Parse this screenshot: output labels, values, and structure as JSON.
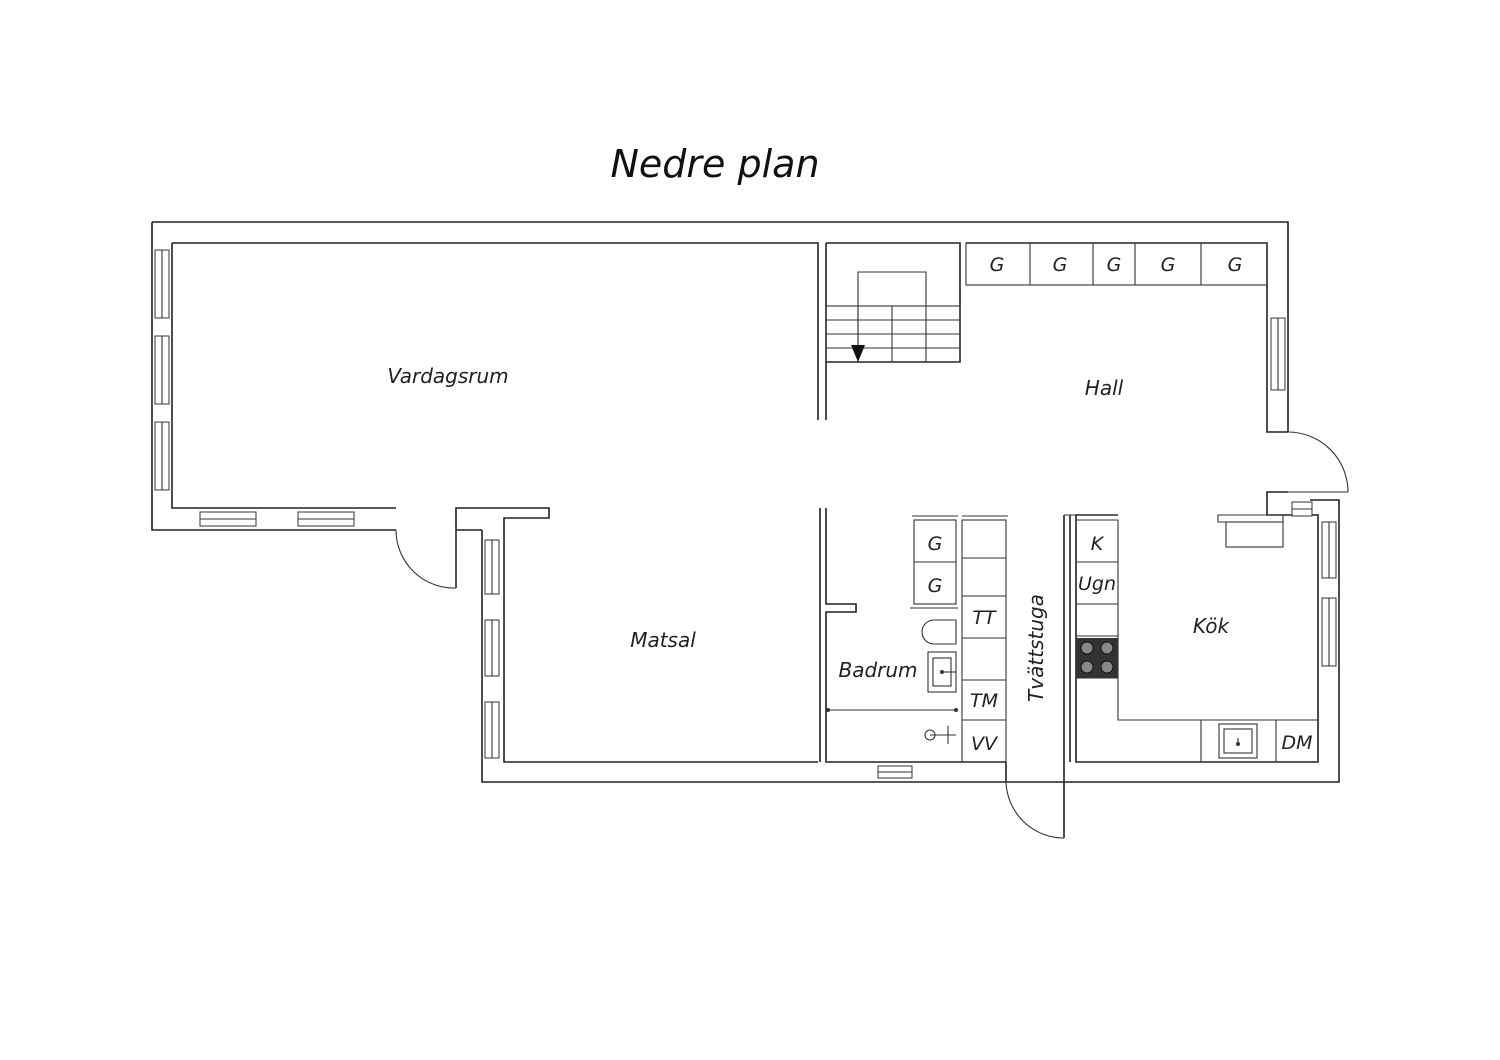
{
  "title": "Nedre plan",
  "rooms": {
    "vardagsrum": "Vardagsrum",
    "hall": "Hall",
    "matsal": "Matsal",
    "badrum": "Badrum",
    "tvattstuga": "Tvättstuga",
    "kok": "Kök"
  },
  "fixtures": {
    "hall_g1": "G",
    "hall_g2": "G",
    "hall_g3": "G",
    "hall_g4": "G",
    "hall_g5": "G",
    "bath_g1": "G",
    "bath_g2": "G",
    "tt": "TT",
    "tm": "TM",
    "vv": "VV",
    "k": "K",
    "ugn": "Ugn",
    "dm": "DM"
  },
  "colors": {
    "line": "#222222",
    "background": "#ffffff",
    "stove": "#333333"
  }
}
